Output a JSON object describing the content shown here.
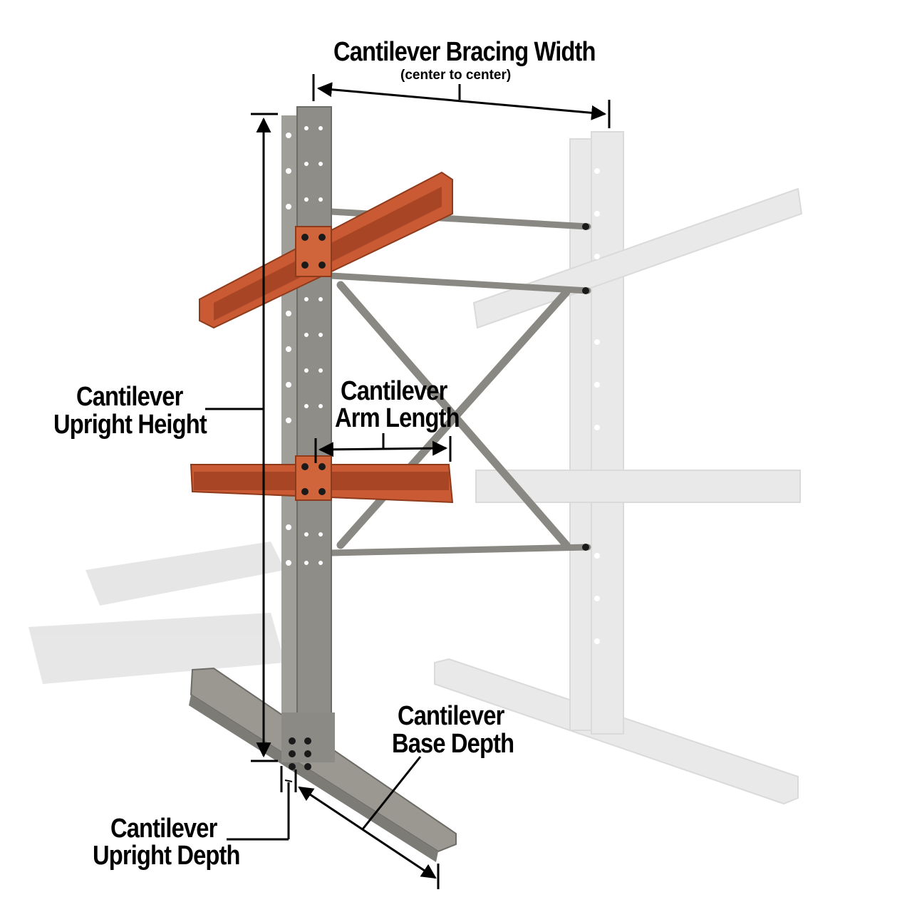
{
  "labels": {
    "bracing_width": "Cantilever Bracing Width",
    "bracing_note": "(center to center)",
    "upright_height_1": "Cantilever",
    "upright_height_2": "Upright Height",
    "arm_length_1": "Cantilever",
    "arm_length_2": "Arm Length",
    "base_depth_1": "Cantilever",
    "base_depth_2": "Base Depth",
    "upright_depth_1": "Cantilever",
    "upright_depth_2": "Upright Depth"
  },
  "colors": {
    "upright": "#8f8d87",
    "arm": "#c95a34",
    "ghost": "#e9e9ea",
    "text": "#000000"
  }
}
